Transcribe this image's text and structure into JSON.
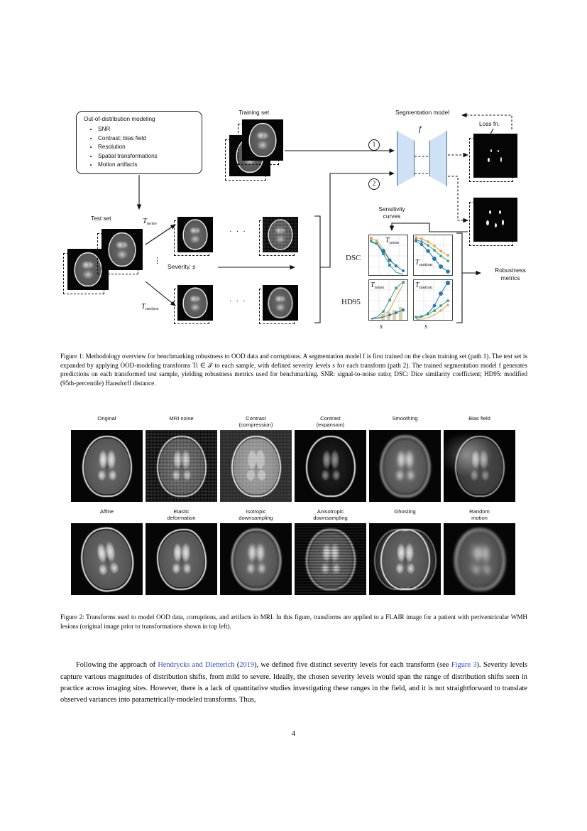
{
  "figure1": {
    "ood_box": {
      "title": "Out-of-distribution modeling",
      "items": [
        "SNR",
        "Contrast; bias field",
        "Resolution",
        "Spatial transformations",
        "Motion artifacts"
      ],
      "symbol": "ᵊF"
    },
    "labels": {
      "training_set": "Training set",
      "test_set": "Test set",
      "segmentation_model": "Segmentation model",
      "loss_fn": "Loss fn.",
      "sensitivity_curves_line1": "Sensitivity",
      "sensitivity_curves_line2": "curves",
      "robustness_line1": "Robustness",
      "robustness_line2": "metrics",
      "severity": "Severity, s",
      "model_f": "f",
      "path_1": "1",
      "path_2": "2",
      "t_noise": "T",
      "t_noise_sub": "noise",
      "t_motion": "T",
      "t_motion_sub": "motion",
      "dsc": "DSC",
      "hd95": "HD95",
      "s_axis": "s",
      "ellipsis": "· · ·",
      "vdots": "⋮"
    },
    "sensitivity_panels": [
      {
        "metric": "DSC",
        "transform_base": "T",
        "transform_sub": "noise"
      },
      {
        "metric": "DSC",
        "transform_base": "T",
        "transform_sub": "motion"
      },
      {
        "metric": "HD95",
        "transform_base": "T",
        "transform_sub": "noise"
      },
      {
        "metric": "HD95",
        "transform_base": "T",
        "transform_sub": "motion"
      }
    ],
    "caption": "Figure 1: Methodology overview for benchmarking robustness to OOD data and corruptions. A segmentation model f is first trained on the clean training set (path 1). The test set is expanded by applying OOD-modeling transforms Ti ∈ 𝒯 to each sample, with defined severity levels s for each transform (path 2). The trained segmentation model f generates predictions on each transformed test sample, yielding robustness metrics used for benchmarking. SNR: signal-to-noise ratio; DSC: Dice similarity coefficient; HD95: modified (95th-percentile) Hausdorff distance."
  },
  "figure2": {
    "row1": [
      {
        "line1": "Original",
        "line2": ""
      },
      {
        "line1": "MRI noise",
        "line2": ""
      },
      {
        "line1": "Contrast",
        "line2": "(compression)"
      },
      {
        "line1": "Contrast",
        "line2": "(expansion)"
      },
      {
        "line1": "Smoothing",
        "line2": ""
      },
      {
        "line1": "Bias field",
        "line2": ""
      }
    ],
    "row2": [
      {
        "line1": "Affine",
        "line2": ""
      },
      {
        "line1": "Elastic",
        "line2": "deformation"
      },
      {
        "line1": "Isotropic",
        "line2": "downsampling"
      },
      {
        "line1": "Anisotropic",
        "line2": "downsampling"
      },
      {
        "line1": "Ghosting",
        "line2": ""
      },
      {
        "line1": "Random",
        "line2": "motion"
      }
    ],
    "caption": "Figure 2: Transforms used to model OOD data, corruptions, and artifacts in MRI. In this figure, transforms are applied to a FLAIR image for a patient with periventricular WMH lesions (original image prior to transformations shown in top left)."
  },
  "body": {
    "p1_a": "Following the approach of ",
    "p1_link1": "Hendrycks and Dietterich",
    "p1_b": " (",
    "p1_link2": "2019",
    "p1_c": "), we defined five distinct severity levels for each transform (see ",
    "p1_link3": "Figure 3",
    "p1_d": "). Severity levels capture various magnitudes of distribution shifts, from mild to severe. Ideally, the chosen severity levels would span the range of distribution shifts seen in practice across imaging sites. However, there is a lack of quantitative studies investigating these ranges in the field, and it is not straightforward to translate observed variances into parametrically-modeled transforms. Thus,",
    "link_color": "#2b4fd4"
  },
  "page_number": "4",
  "chart_data": [
    {
      "type": "line",
      "title": "DSC vs severity, T_noise",
      "xlabel": "s",
      "ylabel": "DSC",
      "x": [
        1,
        2,
        3,
        4,
        5,
        6
      ],
      "series": [
        {
          "name": "orange",
          "color": "#e89f3c",
          "values": [
            0.96,
            0.92,
            0.8,
            0.52,
            0.3,
            0.16
          ]
        },
        {
          "name": "green",
          "color": "#2f9e8f",
          "values": [
            0.92,
            0.86,
            0.64,
            0.36,
            0.14,
            0.05
          ]
        },
        {
          "name": "blue",
          "color": "#2878b5",
          "values": [
            0.9,
            0.87,
            0.74,
            0.48,
            0.3,
            0.16
          ]
        }
      ],
      "ylim": [
        0,
        1
      ],
      "grid": true,
      "legend": "none"
    },
    {
      "type": "line",
      "title": "DSC vs severity, T_motion",
      "xlabel": "s",
      "ylabel": "DSC",
      "x": [
        1,
        2,
        3,
        4,
        5,
        6
      ],
      "series": [
        {
          "name": "orange",
          "color": "#e89f3c",
          "values": [
            0.97,
            0.95,
            0.9,
            0.8,
            0.66,
            0.55
          ]
        },
        {
          "name": "green",
          "color": "#2f9e8f",
          "values": [
            0.94,
            0.9,
            0.82,
            0.7,
            0.56,
            0.44
          ]
        },
        {
          "name": "blue",
          "color": "#2878b5",
          "values": [
            0.92,
            0.86,
            0.72,
            0.52,
            0.32,
            0.18
          ]
        }
      ],
      "ylim": [
        0,
        1
      ],
      "grid": true,
      "legend": "none"
    },
    {
      "type": "line",
      "title": "HD95 vs severity, T_noise",
      "xlabel": "s",
      "ylabel": "HD95",
      "x": [
        1,
        2,
        3,
        4,
        5,
        6
      ],
      "series": [
        {
          "name": "green",
          "color": "#2f9e8f",
          "values": [
            0.04,
            0.06,
            0.16,
            0.42,
            0.76,
            0.95
          ]
        },
        {
          "name": "orange",
          "color": "#e89f3c",
          "values": [
            0.03,
            0.05,
            0.1,
            0.22,
            0.52,
            0.88
          ]
        },
        {
          "name": "blue",
          "color": "#2878b5",
          "values": [
            0.03,
            0.04,
            0.07,
            0.12,
            0.2,
            0.3
          ]
        }
      ],
      "bars": {
        "name": "bars",
        "color": "#d8c89a",
        "values": [
          0.03,
          0.05,
          0.08,
          0.13,
          0.17,
          0.21
        ]
      },
      "ylim": [
        0,
        1
      ],
      "grid": true,
      "legend": "none"
    },
    {
      "type": "line",
      "title": "HD95 vs severity, T_motion",
      "xlabel": "s",
      "ylabel": "HD95",
      "x": [
        1,
        2,
        3,
        4,
        5,
        6
      ],
      "series": [
        {
          "name": "blue",
          "color": "#2878b5",
          "values": [
            0.05,
            0.08,
            0.16,
            0.35,
            0.66,
            0.95
          ]
        },
        {
          "name": "green",
          "color": "#2f9e8f",
          "values": [
            0.07,
            0.09,
            0.14,
            0.22,
            0.34,
            0.46
          ]
        },
        {
          "name": "orange",
          "color": "#e89f3c",
          "values": [
            0.02,
            0.03,
            0.06,
            0.12,
            0.22,
            0.36
          ]
        }
      ],
      "ylim": [
        0,
        1
      ],
      "grid": true,
      "legend": "none"
    }
  ]
}
